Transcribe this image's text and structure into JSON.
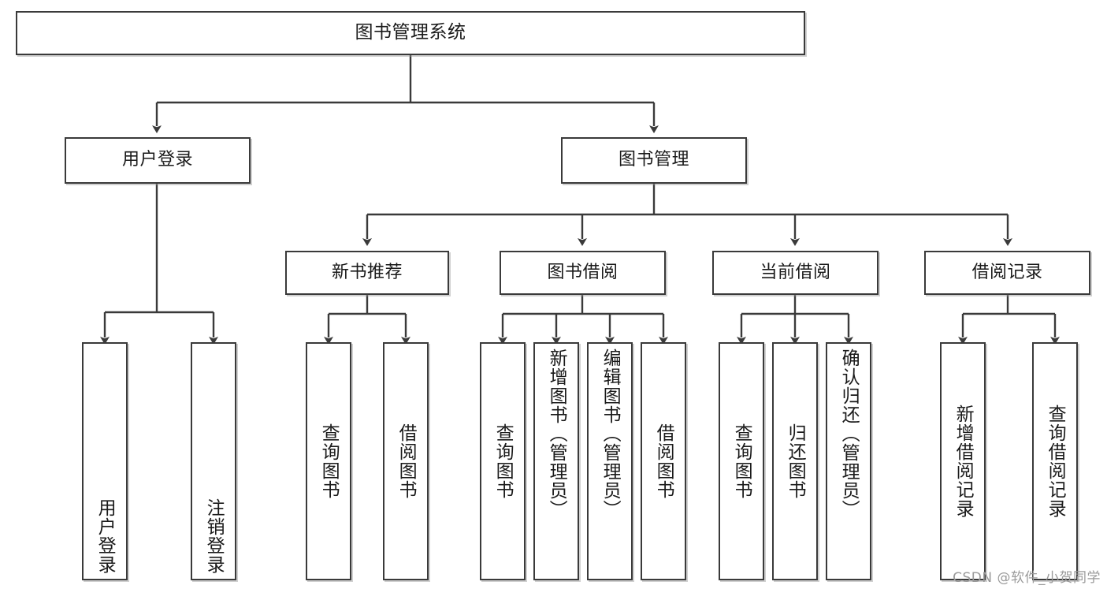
{
  "diagram": {
    "title": "图书管理系统",
    "type": "tree-hierarchy-diagram",
    "background_color": "#ffffff",
    "line_color": "#3a3a3a",
    "text_color": "#1a1a1a"
  },
  "nodes": {
    "root": {
      "label": "图书管理系统"
    },
    "level2": [
      {
        "id": "user-login",
        "label": "用户登录"
      },
      {
        "id": "book-manage",
        "label": "图书管理"
      }
    ],
    "level3": [
      {
        "id": "new-book-rec",
        "label": "新书推荐"
      },
      {
        "id": "book-borrow",
        "label": "图书借阅"
      },
      {
        "id": "current-borrow",
        "label": "当前借阅"
      },
      {
        "id": "borrow-record",
        "label": "借阅记录"
      }
    ],
    "leaves": {
      "user_login": [
        {
          "id": "leaf-user-login",
          "label": "用户登录"
        },
        {
          "id": "leaf-logout",
          "label": "注销登录"
        }
      ],
      "new_book_rec": [
        {
          "id": "leaf-query-book-1",
          "label": "查询图书"
        },
        {
          "id": "leaf-borrow-book-1",
          "label": "借阅图书"
        }
      ],
      "book_borrow": [
        {
          "id": "leaf-query-book-2",
          "label": "查询图书"
        },
        {
          "id": "leaf-add-book",
          "label": "新增图书（管理员）"
        },
        {
          "id": "leaf-edit-book",
          "label": "编辑图书（管理员）"
        },
        {
          "id": "leaf-borrow-book-2",
          "label": "借阅图书"
        }
      ],
      "current_borrow": [
        {
          "id": "leaf-query-book-3",
          "label": "查询图书"
        },
        {
          "id": "leaf-return-book",
          "label": "归还图书"
        },
        {
          "id": "leaf-confirm-return",
          "label": "确认归还（管理员）"
        }
      ],
      "borrow_record": [
        {
          "id": "leaf-add-record",
          "label": "新增借阅记录"
        },
        {
          "id": "leaf-query-record",
          "label": "查询借阅记录"
        }
      ]
    }
  },
  "watermark": {
    "text": "CSDN @软件_小贺同学"
  }
}
